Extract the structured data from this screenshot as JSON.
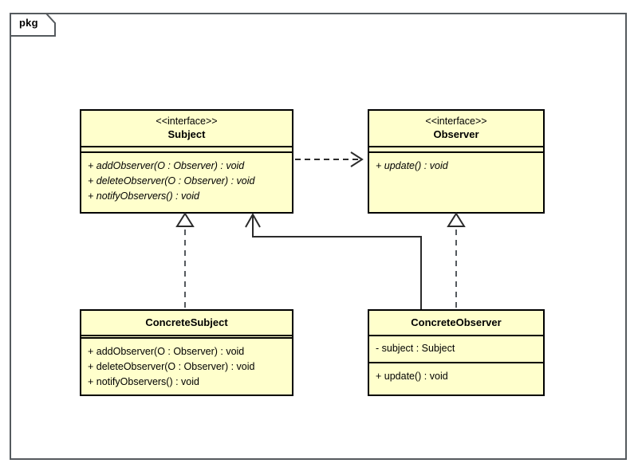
{
  "frame": {
    "label": "pkg"
  },
  "classes": [
    {
      "id": "subject",
      "stereotype": "<<interface>>",
      "name": "Subject",
      "attributes": [],
      "methods": [
        "+ addObserver(O : Observer) : void",
        "+ deleteObserver(O : Observer) : void",
        "+ notifyObservers() : void"
      ]
    },
    {
      "id": "observer",
      "stereotype": "<<interface>>",
      "name": "Observer",
      "attributes": [],
      "methods": [
        "+ update() : void"
      ]
    },
    {
      "id": "concrete_subject",
      "stereotype": "",
      "name": "ConcreteSubject",
      "attributes": [],
      "methods": [
        "+ addObserver(O : Observer) : void",
        "+ deleteObserver(O : Observer) : void",
        "+ notifyObservers() : void"
      ]
    },
    {
      "id": "concrete_observer",
      "stereotype": "",
      "name": "ConcreteObserver",
      "attributes": [
        "- subject : Subject"
      ],
      "methods": [
        "+ update() : void"
      ]
    }
  ],
  "relationships": [
    {
      "id": "subject-depends-observer",
      "type": "dependency",
      "from": "Subject",
      "to": "Observer",
      "line": "dashed",
      "arrow": "open"
    },
    {
      "id": "concretesubject-realizes-subject",
      "type": "realization",
      "from": "ConcreteSubject",
      "to": "Subject",
      "line": "dashed",
      "arrow": "hollow-triangle"
    },
    {
      "id": "concreteobserver-realizes-observer",
      "type": "realization",
      "from": "ConcreteObserver",
      "to": "Observer",
      "line": "dashed",
      "arrow": "hollow-triangle"
    },
    {
      "id": "concreteobserver-associates-subject",
      "type": "association",
      "from": "ConcreteObserver",
      "to": "Subject",
      "line": "solid",
      "arrow": "open"
    }
  ],
  "colors": {
    "class_fill": "#ffffcc",
    "class_border": "#000000",
    "frame_border": "#555a5e",
    "connector": "#2b2b2b",
    "background": "#ffffff"
  }
}
